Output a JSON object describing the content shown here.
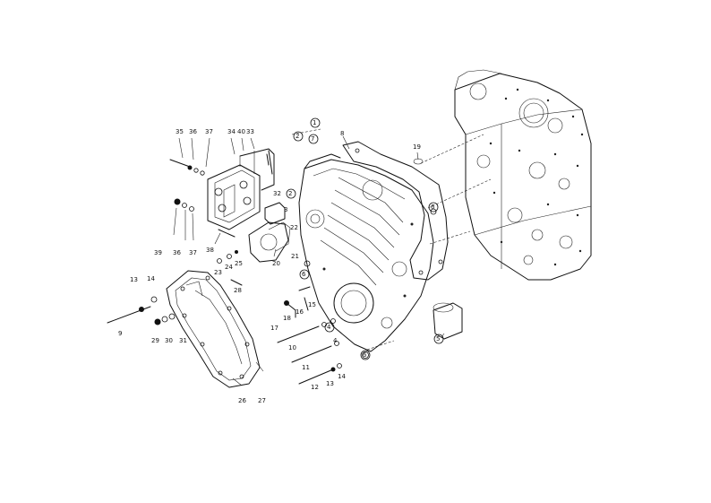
{
  "diagram": {
    "labels": [
      {
        "id": "l35a",
        "text": "35"
      },
      {
        "id": "l36a",
        "text": "36"
      },
      {
        "id": "l37a",
        "text": "37"
      },
      {
        "id": "l34",
        "text": "34"
      },
      {
        "id": "l40",
        "text": "40"
      },
      {
        "id": "l33",
        "text": "33"
      },
      {
        "id": "l1",
        "text": "1"
      },
      {
        "id": "l2",
        "text": "2"
      },
      {
        "id": "l7",
        "text": "7"
      },
      {
        "id": "l8",
        "text": "8"
      },
      {
        "id": "l19",
        "text": "19"
      },
      {
        "id": "l32",
        "text": "32"
      },
      {
        "id": "l2b",
        "text": "2"
      },
      {
        "id": "l3",
        "text": "3"
      },
      {
        "id": "l22",
        "text": "22"
      },
      {
        "id": "l21",
        "text": "21"
      },
      {
        "id": "l20",
        "text": "20"
      },
      {
        "id": "l39",
        "text": "39"
      },
      {
        "id": "l36b",
        "text": "36"
      },
      {
        "id": "l37b",
        "text": "37"
      },
      {
        "id": "l38",
        "text": "38"
      },
      {
        "id": "l23",
        "text": "23"
      },
      {
        "id": "l24",
        "text": "24"
      },
      {
        "id": "l25",
        "text": "25"
      },
      {
        "id": "l28",
        "text": "28"
      },
      {
        "id": "l6a",
        "text": "6"
      },
      {
        "id": "l13a",
        "text": "13"
      },
      {
        "id": "l14a",
        "text": "14"
      },
      {
        "id": "l9",
        "text": "9"
      },
      {
        "id": "l29",
        "text": "29"
      },
      {
        "id": "l30",
        "text": "30"
      },
      {
        "id": "l31",
        "text": "31"
      },
      {
        "id": "l17",
        "text": "17"
      },
      {
        "id": "l18",
        "text": "18"
      },
      {
        "id": "l16",
        "text": "16"
      },
      {
        "id": "l15",
        "text": "15"
      },
      {
        "id": "l4a",
        "text": "4"
      },
      {
        "id": "l10",
        "text": "10"
      },
      {
        "id": "l4b",
        "text": "4"
      },
      {
        "id": "l11",
        "text": "11"
      },
      {
        "id": "l12",
        "text": "12"
      },
      {
        "id": "l13b",
        "text": "13"
      },
      {
        "id": "l14b",
        "text": "14"
      },
      {
        "id": "l26",
        "text": "26"
      },
      {
        "id": "l27",
        "text": "27"
      },
      {
        "id": "l6b",
        "text": "6"
      },
      {
        "id": "l5",
        "text": "5"
      },
      {
        "id": "l6c",
        "text": "6"
      }
    ]
  }
}
